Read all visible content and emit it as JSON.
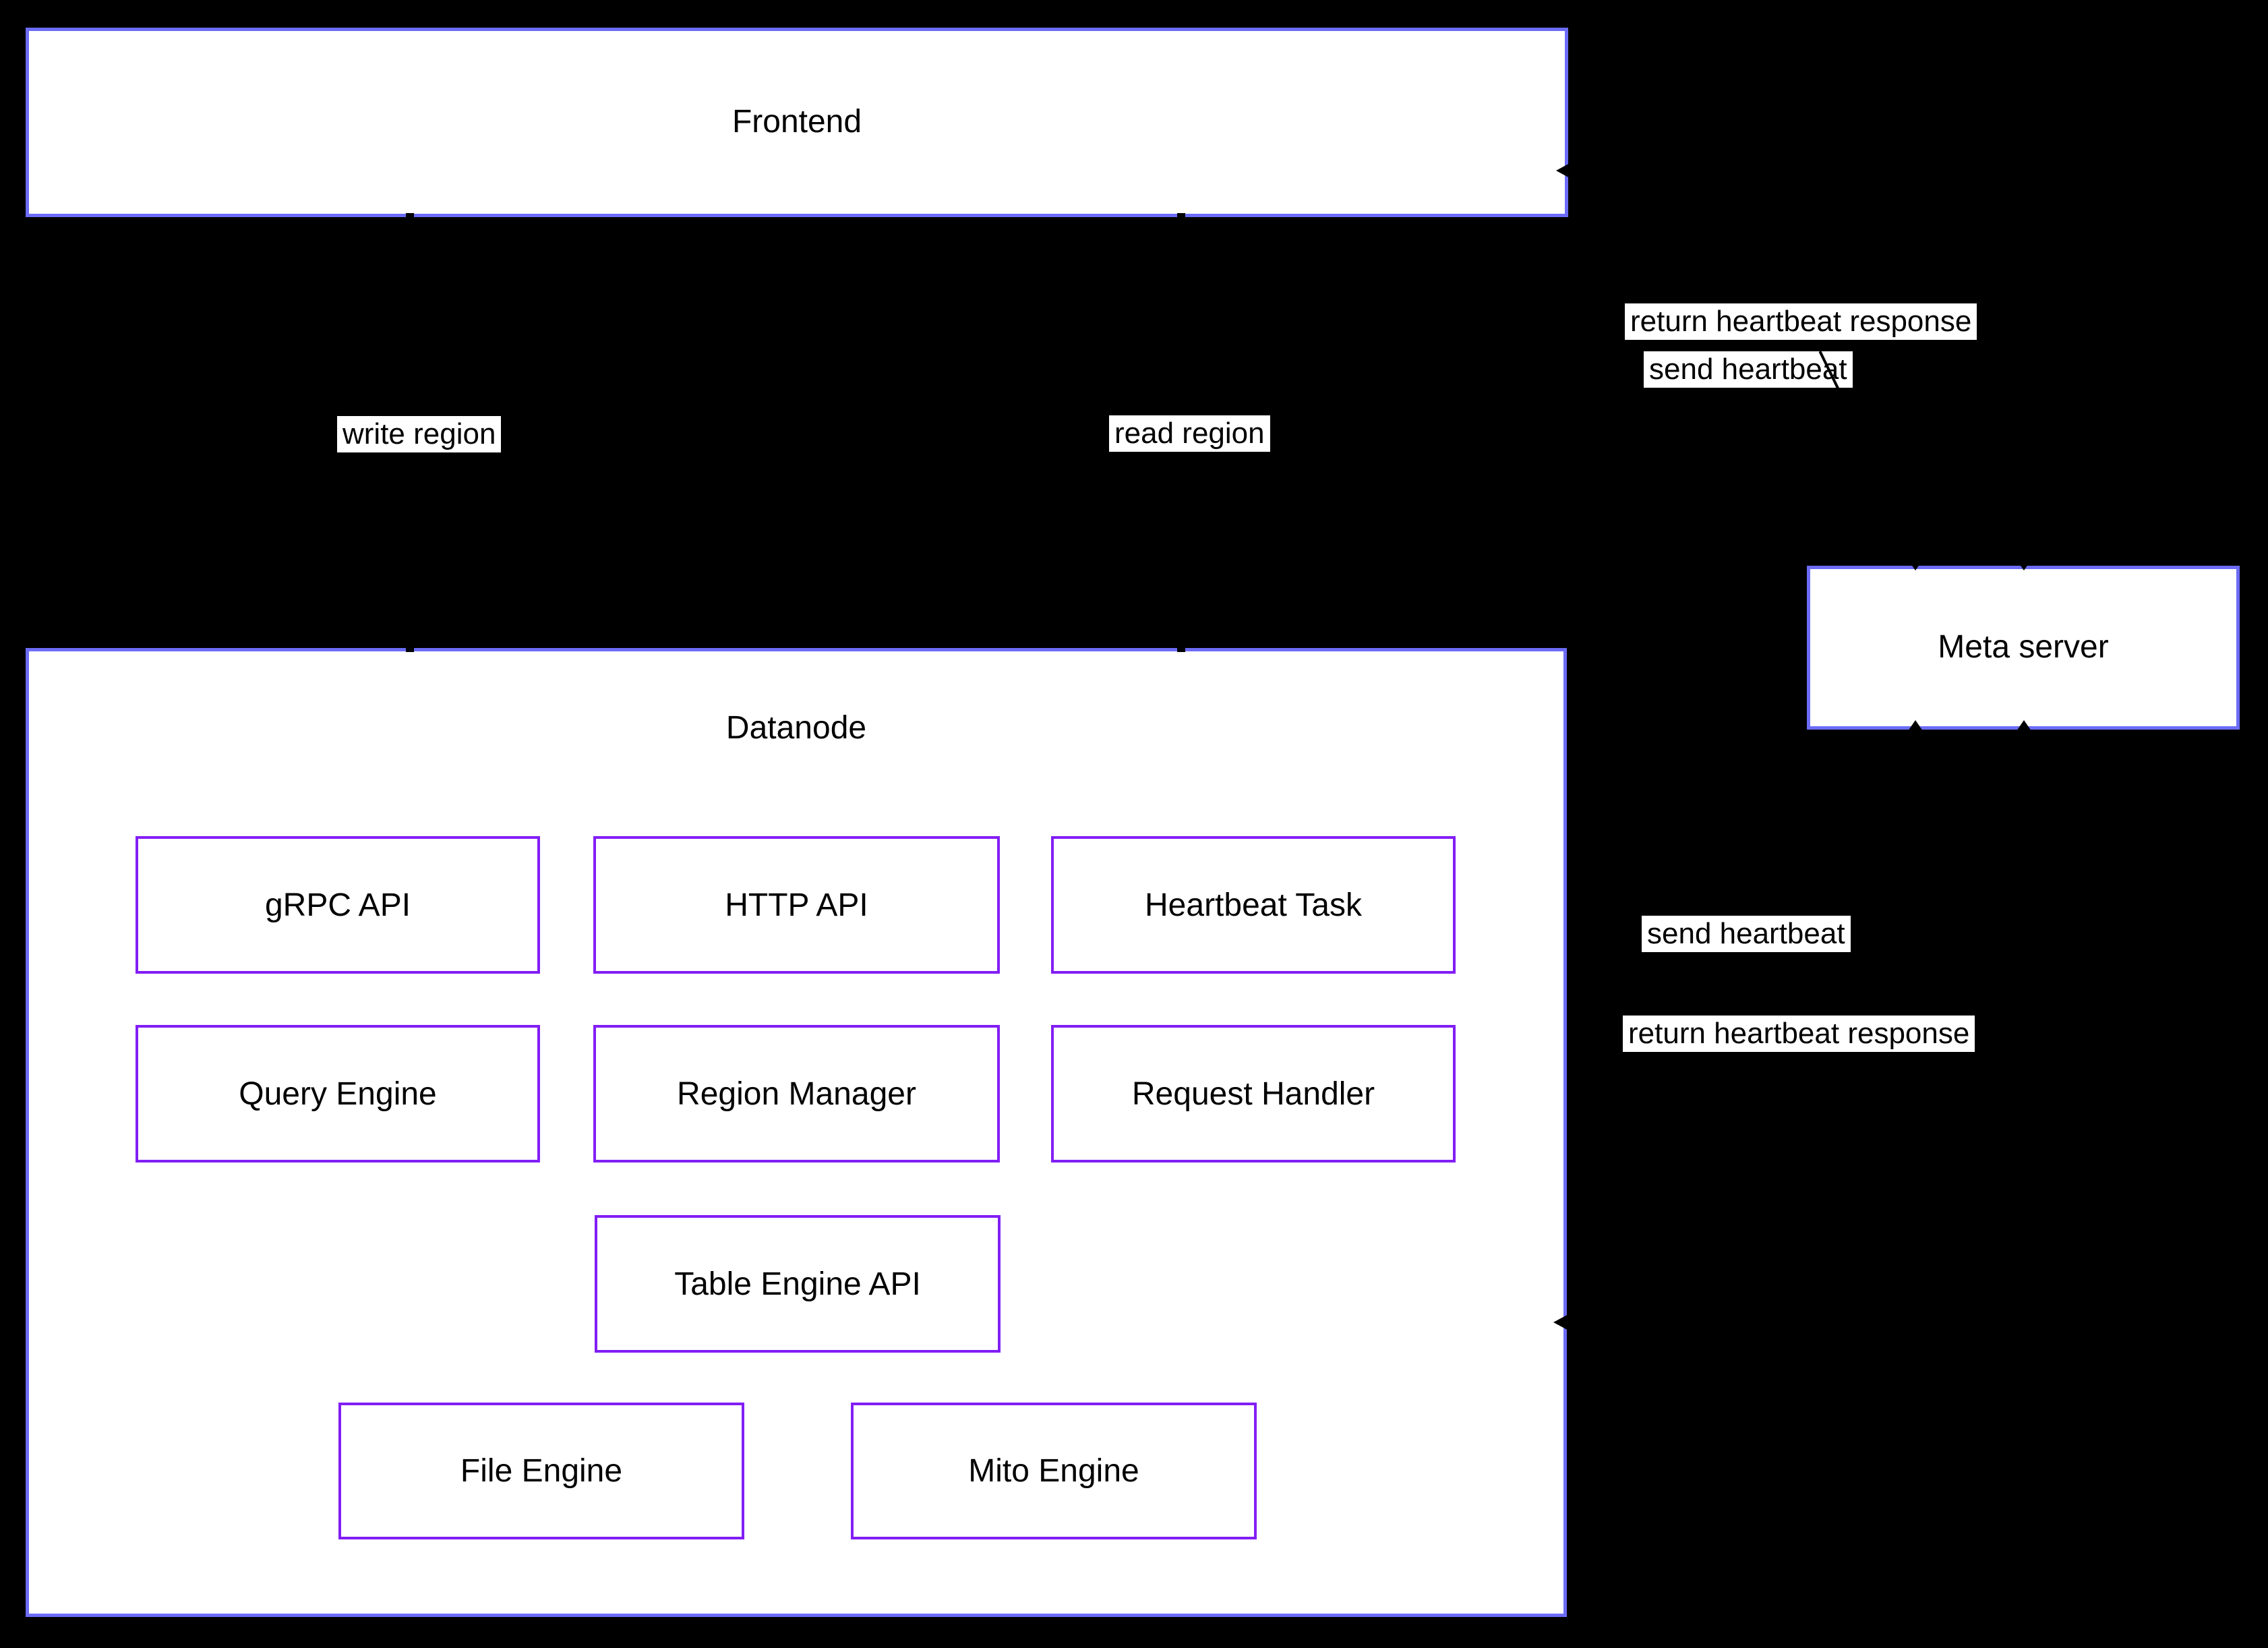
{
  "colors": {
    "background": "#000000",
    "node_fill": "#FFFFFF",
    "outer_border": "#6C6CF8",
    "component_border": "#821EF5",
    "text": "#000000",
    "edge_label_background": "#FFFFFF"
  },
  "nodes": {
    "frontend": {
      "label": "Frontend"
    },
    "datanode": {
      "label": "Datanode"
    },
    "meta_server": {
      "label": "Meta server"
    },
    "components": {
      "grpc_api": {
        "label": "gRPC API"
      },
      "http_api": {
        "label": "HTTP API"
      },
      "heartbeat_task": {
        "label": "Heartbeat Task"
      },
      "query_engine": {
        "label": "Query Engine"
      },
      "region_manager": {
        "label": "Region Manager"
      },
      "request_handler": {
        "label": "Request Handler"
      },
      "table_engine_api": {
        "label": "Table Engine API"
      },
      "file_engine": {
        "label": "File Engine"
      },
      "mito_engine": {
        "label": "Mito Engine"
      }
    }
  },
  "edge_labels": {
    "return_heartbeat_response_frontend": "return heartbeat response",
    "send_heartbeat_frontend": "send heartbeat",
    "write_region": "write region",
    "read_region": "read region",
    "send_heartbeat_datanode": "send heartbeat",
    "return_heartbeat_response_datanode": "return heartbeat response"
  }
}
